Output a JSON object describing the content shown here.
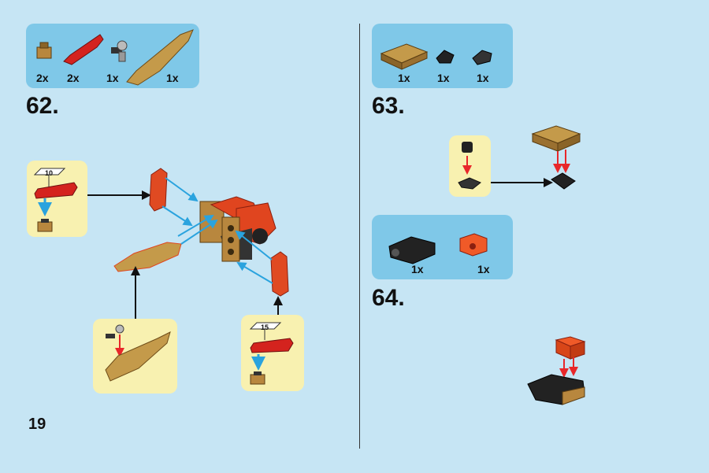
{
  "page_number": "19",
  "steps": [
    {
      "number": "62.",
      "parts": [
        {
          "name": "tan-round-plate",
          "qty": "2x"
        },
        {
          "name": "red-curved-slope",
          "qty": "2x"
        },
        {
          "name": "pin-connector",
          "qty": "1x"
        },
        {
          "name": "gold-blade",
          "qty": "1x"
        }
      ],
      "callouts": [
        {
          "count": "10"
        },
        {
          "count": "15"
        }
      ]
    },
    {
      "number": "63.",
      "parts": [
        {
          "name": "tan-plate-2x3",
          "qty": "1x"
        },
        {
          "name": "black-clip",
          "qty": "1x"
        },
        {
          "name": "black-plate-clip",
          "qty": "1x"
        }
      ]
    },
    {
      "number": "64.",
      "parts": [
        {
          "name": "black-hinge-brick",
          "qty": "1x"
        },
        {
          "name": "orange-technic-brick",
          "qty": "1x"
        }
      ]
    }
  ],
  "colors": {
    "background": "#c6e5f4",
    "parts_box": "#7fc8e8",
    "callout": "#f8f1b0",
    "arrow_blue": "#2aa3de",
    "arrow_red": "#e8272a"
  }
}
